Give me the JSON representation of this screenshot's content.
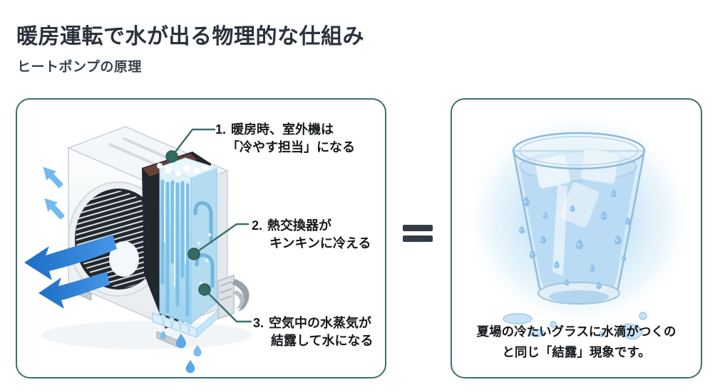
{
  "header": {
    "title": "暖房運転で水が出る物理的な仕組み",
    "subtitle": "ヒートポンプの原理"
  },
  "outdoor_unit_panel": {
    "illustration": "outdoor-unit-frosted-heat-exchanger",
    "annotations": [
      {
        "number": "1.",
        "line1": "暖房時、室外機は",
        "line2": "「冷やす担当」になる"
      },
      {
        "number": "2.",
        "line1": "熱交換器が",
        "line2": "キンキンに冷える"
      },
      {
        "number": "3.",
        "line1": "空気中の水蒸気が",
        "line2": "結露して水になる"
      }
    ]
  },
  "comparison": {
    "equals_icon": "="
  },
  "glass_panel": {
    "illustration": "iced-glass-with-condensation",
    "caption_line1": "夏場の冷たいグラスに水滴がつくの",
    "caption_line2": "と同じ「結露」現象です。"
  },
  "colors": {
    "panel_border": "#3E6F6B",
    "leader_line": "#3E6F6B",
    "leader_dot": "#336B60",
    "title_text": "#2B323C",
    "body_text": "#15181B",
    "equals": "#333B45",
    "arrow_blue": "#2B82D8",
    "arrow_light_blue": "#72B9F0",
    "frost_blue": "#9FD2EE",
    "glow_blue": "#CDE8F9",
    "background": "#FFFFFF"
  }
}
